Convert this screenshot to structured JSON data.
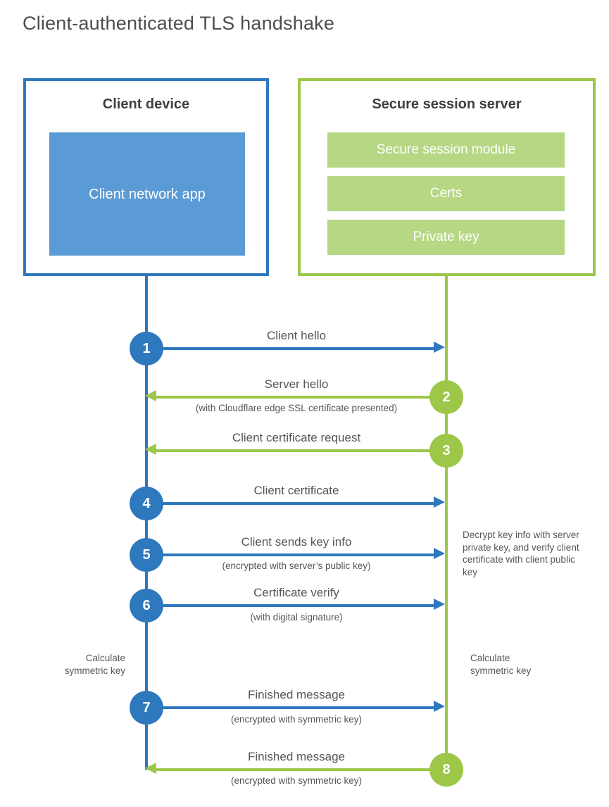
{
  "title": "Client-authenticated TLS handshake",
  "colors": {
    "blue": "#2e78be",
    "light_blue": "#5b9bd5",
    "green": "#9dc749",
    "light_green": "#b7d784",
    "text_gray": "#54565a",
    "heading_gray": "#3f3f42"
  },
  "client": {
    "title": "Client device",
    "app_label": "Client network app"
  },
  "server": {
    "title": "Secure session server",
    "modules": [
      "Secure session module",
      "Certs",
      "Private key"
    ]
  },
  "steps": [
    {
      "num": "1",
      "direction": "client-to-server",
      "label": "Client hello",
      "sublabel": ""
    },
    {
      "num": "2",
      "direction": "server-to-client",
      "label": "Server hello",
      "sublabel": "(with Cloudflare edge SSL certificate presented)"
    },
    {
      "num": "3",
      "direction": "server-to-client",
      "label": "Client certificate request",
      "sublabel": ""
    },
    {
      "num": "4",
      "direction": "client-to-server",
      "label": "Client certificate",
      "sublabel": ""
    },
    {
      "num": "5",
      "direction": "client-to-server",
      "label": "Client sends key info",
      "sublabel": "(encrypted with server’s public key)"
    },
    {
      "num": "6",
      "direction": "client-to-server",
      "label": "Certificate verify",
      "sublabel": "(with digital signature)"
    },
    {
      "num": "7",
      "direction": "client-to-server",
      "label": "Finished message",
      "sublabel": "(encrypted with symmetric key)"
    },
    {
      "num": "8",
      "direction": "server-to-client",
      "label": "Finished message",
      "sublabel": "(encrypted with symmetric key)"
    }
  ],
  "notes": {
    "decrypt": "Decrypt key info with server private key, and verify client certificate with client public key",
    "calc_left": "Calculate symmetric key",
    "calc_right": "Calculate symmetric key"
  }
}
